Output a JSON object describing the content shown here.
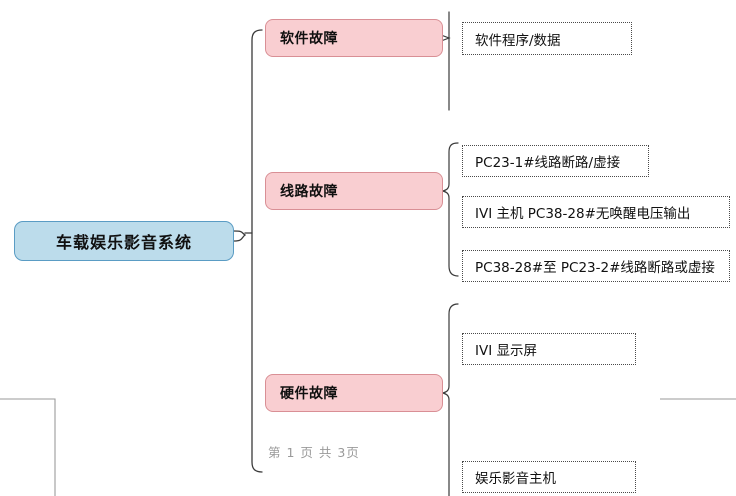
{
  "page": {
    "footer": "第 1 页  共 3页",
    "background_color": "#ffffff"
  },
  "colors": {
    "root_fill": "#bcdceb",
    "root_border": "#5a9cc4",
    "category_fill": "#f9ced1",
    "category_border": "#d98f95",
    "leaf_border": "#4a4a4a",
    "connector": "#3a3a3a",
    "footer_text": "#9a9a9a"
  },
  "mindmap": {
    "root": {
      "label": "车载娱乐影音系统"
    },
    "branches": [
      {
        "label": "软件故障",
        "leaves": [
          {
            "label": "软件程序/数据"
          }
        ]
      },
      {
        "label": "线路故障",
        "leaves": [
          {
            "label": "PC23-1#线路断路/虚接"
          },
          {
            "label": "IVI 主机 PC38-28#无唤醒电压输出"
          },
          {
            "label": "PC38-28#至 PC23-2#线路断路或虚接"
          }
        ]
      },
      {
        "label": "硬件故障",
        "leaves": [
          {
            "label": "IVI 显示屏"
          },
          {
            "label": "娱乐影音主机"
          }
        ]
      }
    ]
  }
}
